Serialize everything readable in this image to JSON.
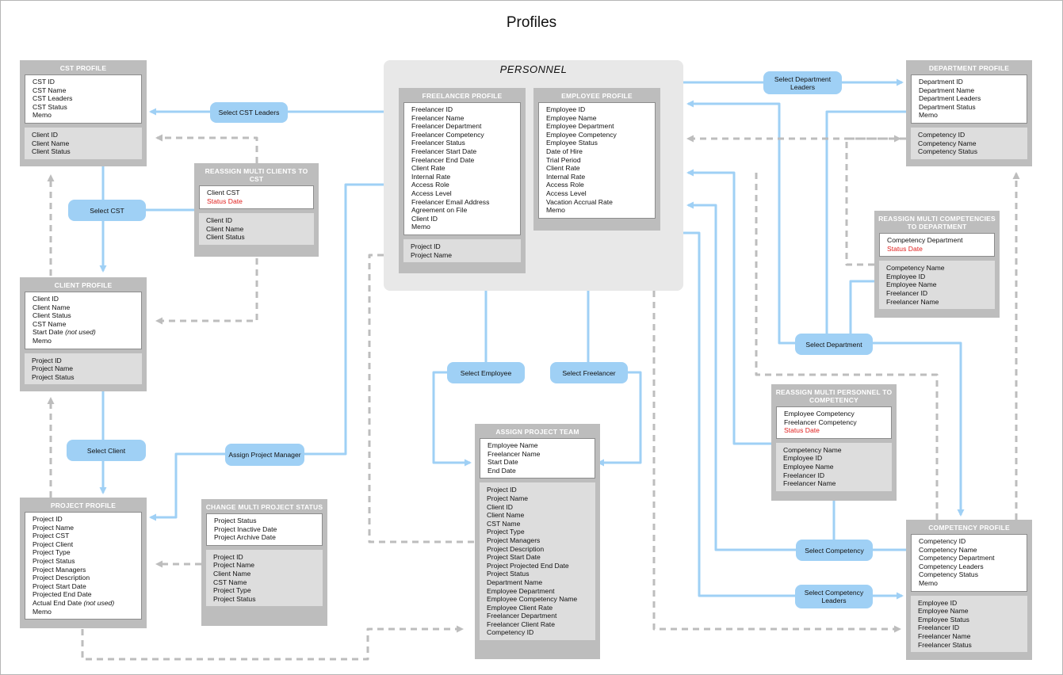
{
  "title": "Profiles",
  "personnel_title": "PERSONNEL",
  "colors": {
    "connector": "#9fd0f5",
    "dashed": "#bdbdbd",
    "box": "#bdbdbd",
    "highlight_text": "#e0201e"
  },
  "boxes": {
    "cst_profile": {
      "title": "CST PROFILE",
      "primary": [
        "CST ID",
        "CST Name",
        "CST Leaders",
        "CST Status",
        "Memo"
      ],
      "secondary": [
        "Client ID",
        "Client Name",
        "Client Status"
      ]
    },
    "reassign_clients": {
      "title": "REASSIGN MULTI CLIENTS TO CST",
      "primary": [
        "Client CST",
        "Status Date"
      ],
      "secondary": [
        "Client ID",
        "Client Name",
        "Client Status"
      ]
    },
    "client_profile": {
      "title": "CLIENT PROFILE",
      "primary": [
        "Client ID",
        "Client Name",
        "Client Status",
        "CST Name"
      ],
      "start_date_label": "Start Date",
      "start_date_note": "(not used)",
      "primary_after": [
        "Memo"
      ],
      "secondary": [
        "Project ID",
        "Project Name",
        "Project Status"
      ]
    },
    "project_profile": {
      "title": "PROJECT PROFILE",
      "primary": [
        "Project ID",
        "Project Name",
        "Project CST",
        "Project Client",
        "Project Type",
        "Project Status",
        "Project Managers",
        "Project Description",
        "Project Start Date",
        "Projected End Date"
      ],
      "actual_end_label": "Actual End Date",
      "actual_end_note": "(not used)",
      "primary_after": [
        "Memo"
      ]
    },
    "change_project_status": {
      "title": "CHANGE MULTI PROJECT STATUS",
      "primary": [
        "Project Status",
        "Project Inactive Date",
        "Project Archive Date"
      ],
      "secondary": [
        "Project ID",
        "Project Name",
        "Client Name",
        "CST Name",
        "Project Type",
        "Project Status"
      ]
    },
    "freelancer_profile": {
      "title": "FREELANCER PROFILE",
      "primary": [
        "Freelancer ID",
        "Freelancer Name",
        "Freelancer Department",
        "Freelancer Competency",
        "Freelancer Status",
        "Freelancer Start Date",
        "Freelancer End Date",
        "Client Rate",
        "Internal Rate",
        "Access Role",
        "Access Level",
        "Freelancer Email Address",
        "Agreement on File",
        "Client ID",
        "Memo"
      ],
      "secondary": [
        "Project ID",
        "Project Name"
      ]
    },
    "employee_profile": {
      "title": "EMPLOYEE PROFILE",
      "primary": [
        "Employee ID",
        "Employee Name",
        "Employee Department",
        "Employee Competency",
        "Employee Status",
        "Date of Hire",
        "Trial Period",
        "Client Rate",
        "Internal Rate",
        "Access Role",
        "Access Level",
        "Vacation Accrual Rate",
        "Memo"
      ]
    },
    "assign_project_team": {
      "title": "ASSIGN PROJECT TEAM",
      "primary": [
        "Employee Name",
        "Freelancer Name",
        "Start Date",
        "End Date"
      ],
      "secondary": [
        "Project ID",
        "Project Name",
        "Client ID",
        "Client Name",
        "CST Name",
        "Project Type",
        "Project Managers",
        "Project Description",
        "Project Start Date",
        "Project Projected End Date",
        "Project Status",
        "Department Name",
        "Employee Department",
        "Employee Competency Name",
        "Employee Client Rate",
        "Freelancer Department",
        "Freelancer Client Rate",
        "Competency ID"
      ]
    },
    "department_profile": {
      "title": "DEPARTMENT PROFILE",
      "primary": [
        "Department ID",
        "Department Name",
        "Department Leaders",
        "Department Status",
        "Memo"
      ],
      "secondary": [
        "Competency ID",
        "Competency Name",
        "Competency Status"
      ]
    },
    "reassign_competencies": {
      "title": "REASSIGN MULTI COMPETENCIES TO DEPARTMENT",
      "primary": [
        "Competency Department",
        "Status Date"
      ],
      "secondary": [
        "Competency Name",
        "Employee ID",
        "Employee Name",
        "Freelancer ID",
        "Freelancer Name"
      ]
    },
    "reassign_personnel": {
      "title": "REASSIGN MULTI PERSONNEL TO COMPETENCY",
      "primary": [
        "Employee Competency",
        "Freelancer Competency",
        "Status Date"
      ],
      "secondary": [
        "Competency Name",
        "Employee ID",
        "Employee Name",
        "Freelancer ID",
        "Freelancer Name"
      ]
    },
    "competency_profile": {
      "title": "COMPETENCY PROFILE",
      "primary": [
        "Competency ID",
        "Competency Name",
        "Competency Department",
        "Competency Leaders",
        "Competency Status",
        "Memo"
      ],
      "secondary": [
        "Employee ID",
        "Employee Name",
        "Employee Status",
        "Freelancer ID",
        "Freelancer Name",
        "Freelancer Status"
      ]
    }
  },
  "actions": {
    "select_cst_leaders": "Select CST Leaders",
    "select_cst": "Select CST",
    "select_client": "Select Client",
    "assign_project_manager": "Assign Project Manager",
    "select_employee": "Select Employee",
    "select_freelancer": "Select Freelancer",
    "select_department_leaders": "Select Department Leaders",
    "select_department": "Select Department",
    "select_competency": "Select Competency",
    "select_competency_leaders": "Select Competency Leaders"
  }
}
